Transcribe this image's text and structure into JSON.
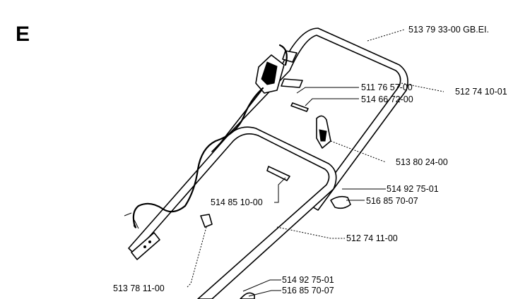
{
  "section_letter": "E",
  "callouts": {
    "c1": "513 79 33-00 GB.EI.",
    "c2": "512 74 10-01",
    "c3": "511 76 57-00",
    "c4": "514 66 72-00",
    "c5": "513 80 24-00",
    "c6": "514 92 75-01",
    "c7": "516 85 70-07",
    "c8": "514 85 10-00",
    "c9": "512 74 11-00",
    "c10": "513 78 11-00",
    "c11": "514 92 75-01",
    "c12": "516 85 70-07"
  }
}
